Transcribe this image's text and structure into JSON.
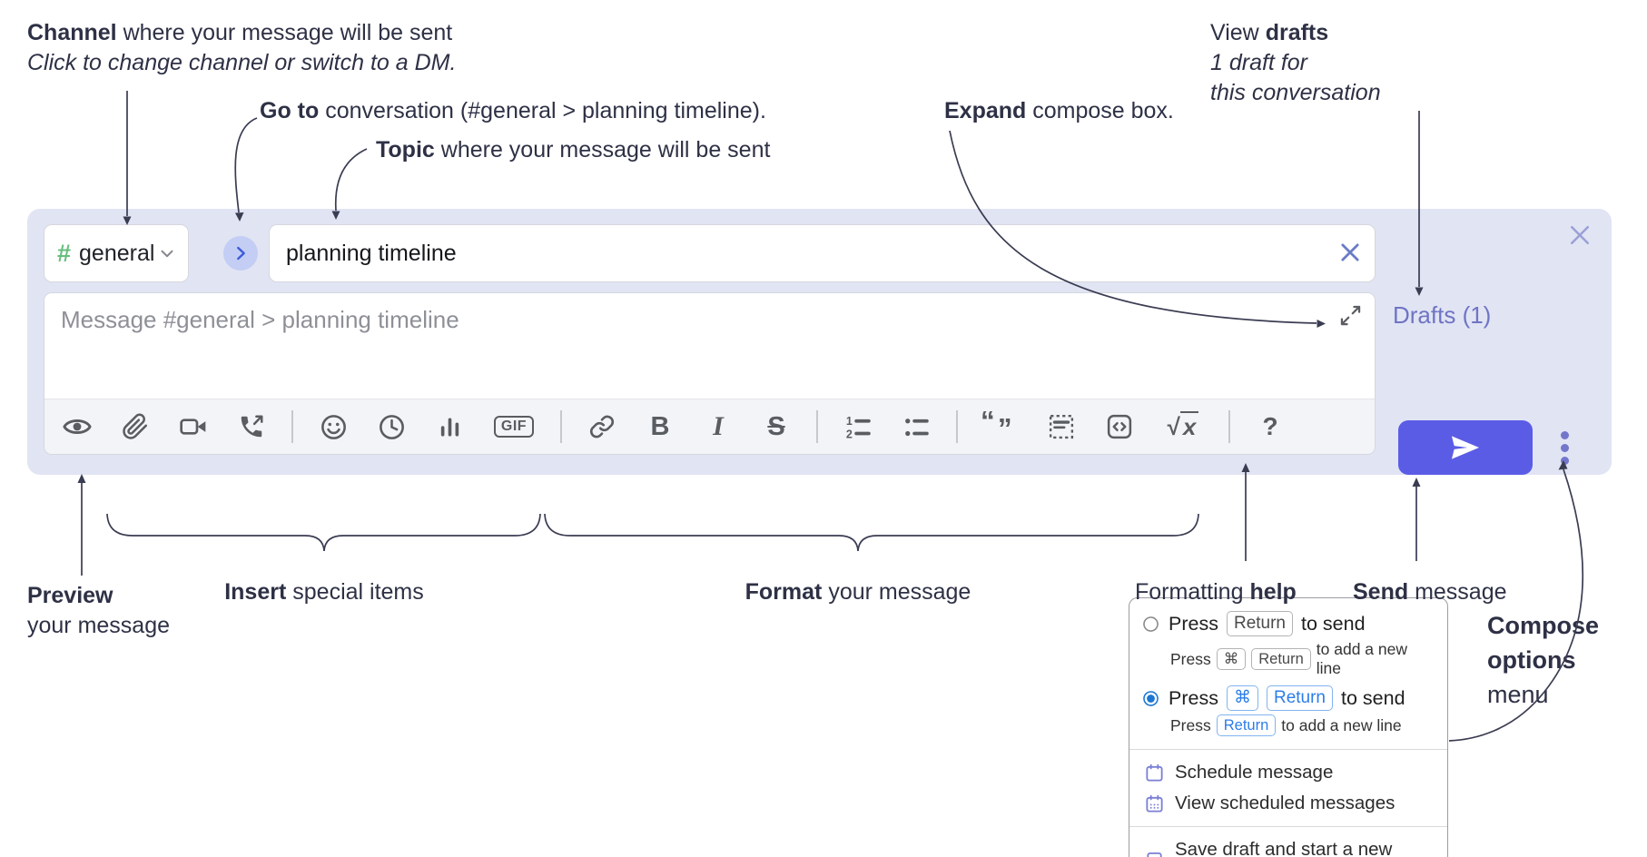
{
  "annotations": {
    "channel": {
      "bold": "Channel",
      "rest": " where your message will be sent",
      "line2": "Click to change channel or switch to a DM."
    },
    "goto": {
      "bold": "Go to",
      "rest": " conversation (#general > planning timeline)."
    },
    "topic": {
      "bold": "Topic",
      "rest": " where your message will be sent"
    },
    "expand": {
      "bold": "Expand",
      "rest": " compose box."
    },
    "view_drafts": {
      "pre": "View ",
      "bold": "drafts",
      "line2": "1 draft for",
      "line3": "this conversation"
    },
    "preview": {
      "bold": "Preview",
      "line2": "your message"
    },
    "insert": {
      "bold": "Insert",
      "rest": " special items"
    },
    "format": {
      "bold": "Format",
      "rest": " your message"
    },
    "formatting_help": {
      "pre": "Formatting ",
      "bold": "help"
    },
    "send": {
      "bold": "Send",
      "rest": " message"
    },
    "compose_options": {
      "line1": "Compose",
      "line2": "options",
      "line3": "menu"
    }
  },
  "compose": {
    "channel_hash": "#",
    "channel_name": "general",
    "topic_value": "planning timeline",
    "message_placeholder": "Message #general > planning timeline",
    "drafts_link": "Drafts (1)"
  },
  "toolbar": {
    "icons": [
      "preview-eye",
      "attach-file",
      "video-call",
      "audio-call",
      "emoji",
      "schedule-time",
      "poll",
      "gif",
      "link",
      "bold",
      "italic",
      "strikethrough",
      "numbered-list",
      "bulleted-list",
      "quote",
      "spoiler",
      "code",
      "math",
      "help"
    ],
    "gif": "GIF",
    "bold": "B",
    "italic": "I",
    "strike": "S",
    "sqrt": "√",
    "x": "x",
    "help": "?"
  },
  "menu": {
    "return_to_send": {
      "pre": "Press",
      "key_return": "Return",
      "post": "to send",
      "sub_pre": "Press",
      "sub_cmd": "⌘",
      "sub_return": "Return",
      "sub_post": "to add a new line"
    },
    "cmd_return_to_send": {
      "pre": "Press",
      "key_cmd": "⌘",
      "key_return": "Return",
      "post": "to send",
      "sub_pre": "Press",
      "sub_return": "Return",
      "sub_post": "to add a new line"
    },
    "schedule": "Schedule message",
    "view_scheduled": "View scheduled messages",
    "save_draft": "Save draft and start a new message"
  },
  "colors": {
    "compose_bg": "#e1e4f3",
    "send_button": "#5b5ce6",
    "drafts_link": "#6f74c4",
    "channel_hash": "#68bd7e",
    "goto_chevron": "#3b5bdb",
    "radio_selected": "#1b77d2",
    "kbd_active": "#2b7de9",
    "menu_icon": "#7b7fd6",
    "annotation_text": "#2e3145",
    "toolbar_icon": "#595c60"
  }
}
